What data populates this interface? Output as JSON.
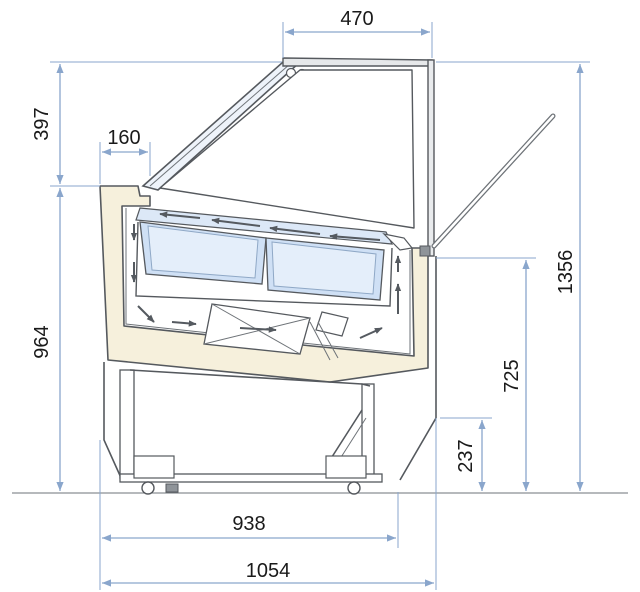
{
  "dimensions": {
    "top_depth": "470",
    "canopy_height": "397",
    "front_ledge": "160",
    "front_height": "964",
    "rear_height": "725",
    "total_height": "1356",
    "base_height": "237",
    "inner_width": "938",
    "total_width": "1054"
  },
  "colors": {
    "dimension_line": "#8aa6cc",
    "insulation_fill": "#f6f0dc",
    "glass": "#dce8f7",
    "pan_fill": "#cfe0f5",
    "outline": "#55595e",
    "airflow": "#555a60"
  }
}
